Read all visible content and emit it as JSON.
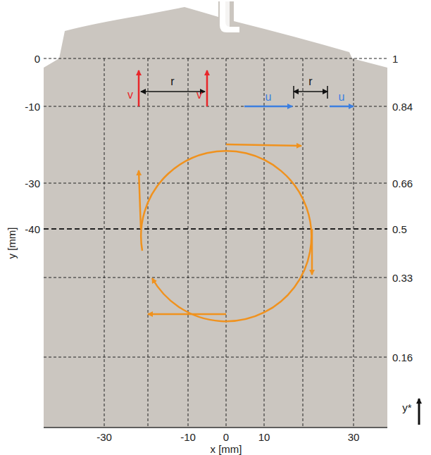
{
  "diagram": {
    "labels": [
      "0",
      "-10",
      "-30",
      "-40",
      "y [mm]",
      "1",
      "0.84",
      "0.66",
      "0.5",
      "0.33",
      "0.16",
      "y*",
      "-30",
      "-10",
      "0",
      "10",
      "30",
      "x [mm]",
      "v",
      "r",
      "v",
      "u",
      "r",
      "u"
    ]
  }
}
